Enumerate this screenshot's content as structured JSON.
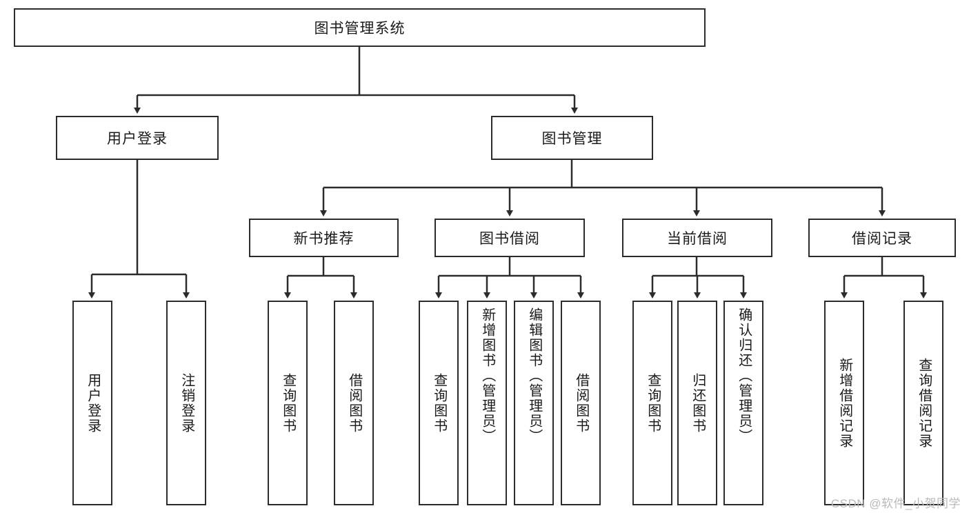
{
  "diagram": {
    "title": "图书管理系统",
    "type": "tree",
    "watermark": "CSDN @软件_小贺同学",
    "colors": {
      "box_border": "#2b2b2b",
      "box_fill": "#ffffff",
      "edge": "#2b2b2b",
      "background": "#ffffff",
      "watermark": "#b9b9b9"
    },
    "root": {
      "label": "图书管理系统"
    },
    "level2": [
      {
        "label": "用户登录"
      },
      {
        "label": "图书管理"
      }
    ],
    "level3": [
      {
        "label": "新书推荐"
      },
      {
        "label": "图书借阅"
      },
      {
        "label": "当前借阅"
      },
      {
        "label": "借阅记录"
      }
    ],
    "leaves": {
      "user_login": [
        {
          "label": "用户登录"
        },
        {
          "label": "注销登录"
        }
      ],
      "new_book_recommend": [
        {
          "label": "查询图书"
        },
        {
          "label": "借阅图书"
        }
      ],
      "book_borrow": [
        {
          "label": "查询图书"
        },
        {
          "label": "新增图书（管理员）"
        },
        {
          "label": "编辑图书（管理员）"
        },
        {
          "label": "借阅图书"
        }
      ],
      "current_borrow": [
        {
          "label": "查询图书"
        },
        {
          "label": "归还图书"
        },
        {
          "label": "确认归还（管理员）"
        }
      ],
      "borrow_records": [
        {
          "label": "新增借阅记录"
        },
        {
          "label": "查询借阅记录"
        }
      ]
    }
  }
}
